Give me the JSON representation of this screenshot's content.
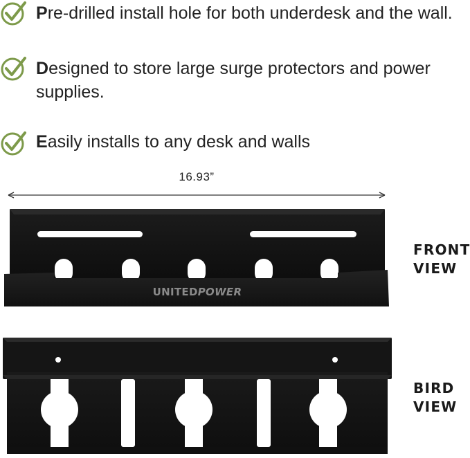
{
  "features": [
    {
      "first_letter": "P",
      "rest": "re-drilled install hole for both underdesk and the wall.",
      "icon": "check-icon"
    },
    {
      "first_letter": "D",
      "rest": "esigned to store large surge protectors and power",
      "line2": "supplies.",
      "icon": "check-icon"
    },
    {
      "first_letter": "E",
      "rest": "asily installs to any desk and walls",
      "icon": "check-icon"
    }
  ],
  "dimension": {
    "label": "16.93”"
  },
  "brand": {
    "part1": "UNITED",
    "part2": "POWER"
  },
  "views": {
    "front": {
      "line1": "FRONT",
      "line2": "VIEW"
    },
    "bird": {
      "line1": "BIRD",
      "line2": "VIEW"
    }
  },
  "colors": {
    "check": "#7d9a4a",
    "tray": "#141414",
    "text": "#1e1e1e"
  }
}
